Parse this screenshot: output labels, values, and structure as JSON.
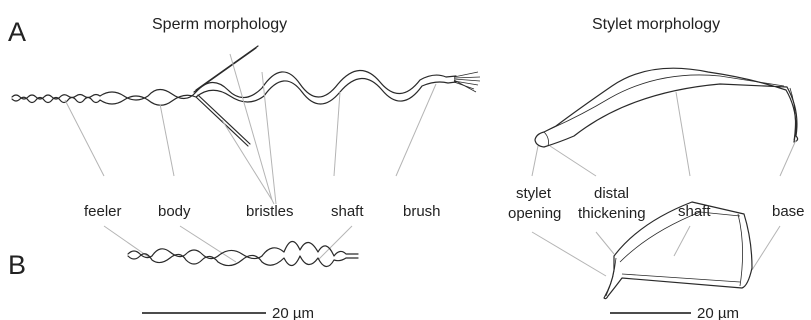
{
  "panels": {
    "a_letter": "A",
    "b_letter": "B"
  },
  "sperm": {
    "title": "Sperm morphology",
    "labels": {
      "feeler": "feeler",
      "body": "body",
      "bristles": "bristles",
      "shaft": "shaft",
      "brush": "brush"
    },
    "scale_label": "20 µm"
  },
  "stylet": {
    "title": "Stylet morphology",
    "labels": {
      "opening_line1": "stylet",
      "opening_line2": "opening",
      "thickening_line1": "distal",
      "thickening_line2": "thickening",
      "shaft": "shaft",
      "base": "base"
    },
    "scale_label": "20 µm"
  }
}
